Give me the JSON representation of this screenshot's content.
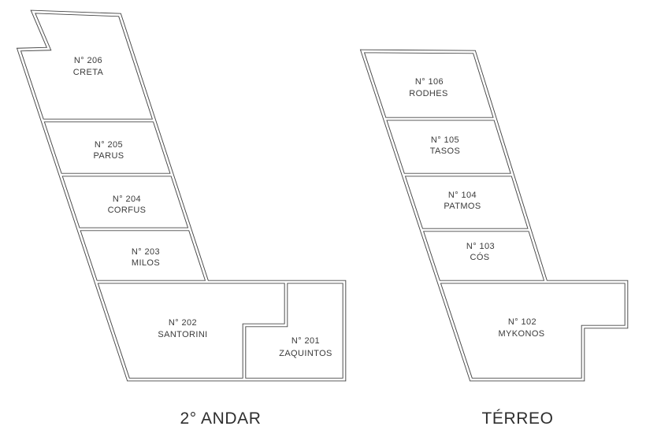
{
  "page": {
    "background": "#ffffff"
  },
  "drawing": {
    "line_color": "#474747",
    "text_color": "#3a3a3a",
    "caption_color": "#2e2e2e"
  },
  "floors": [
    {
      "caption": "2° ANDAR",
      "rooms": [
        {
          "number": "N° 206",
          "name": "CRETA"
        },
        {
          "number": "N° 205",
          "name": "PARUS"
        },
        {
          "number": "N° 204",
          "name": "CORFUS"
        },
        {
          "number": "N° 203",
          "name": "MILOS"
        },
        {
          "number": "N° 202",
          "name": "SANTORINI"
        },
        {
          "number": "N° 201",
          "name": "ZAQUINTOS"
        }
      ]
    },
    {
      "caption": "TÉRREO",
      "rooms": [
        {
          "number": "N° 106",
          "name": "RODHES"
        },
        {
          "number": "N° 105",
          "name": "TASOS"
        },
        {
          "number": "N° 104",
          "name": "PATMOS"
        },
        {
          "number": "N° 103",
          "name": "CÓS"
        },
        {
          "number": "N° 102",
          "name": "MYKONOS"
        }
      ]
    }
  ]
}
